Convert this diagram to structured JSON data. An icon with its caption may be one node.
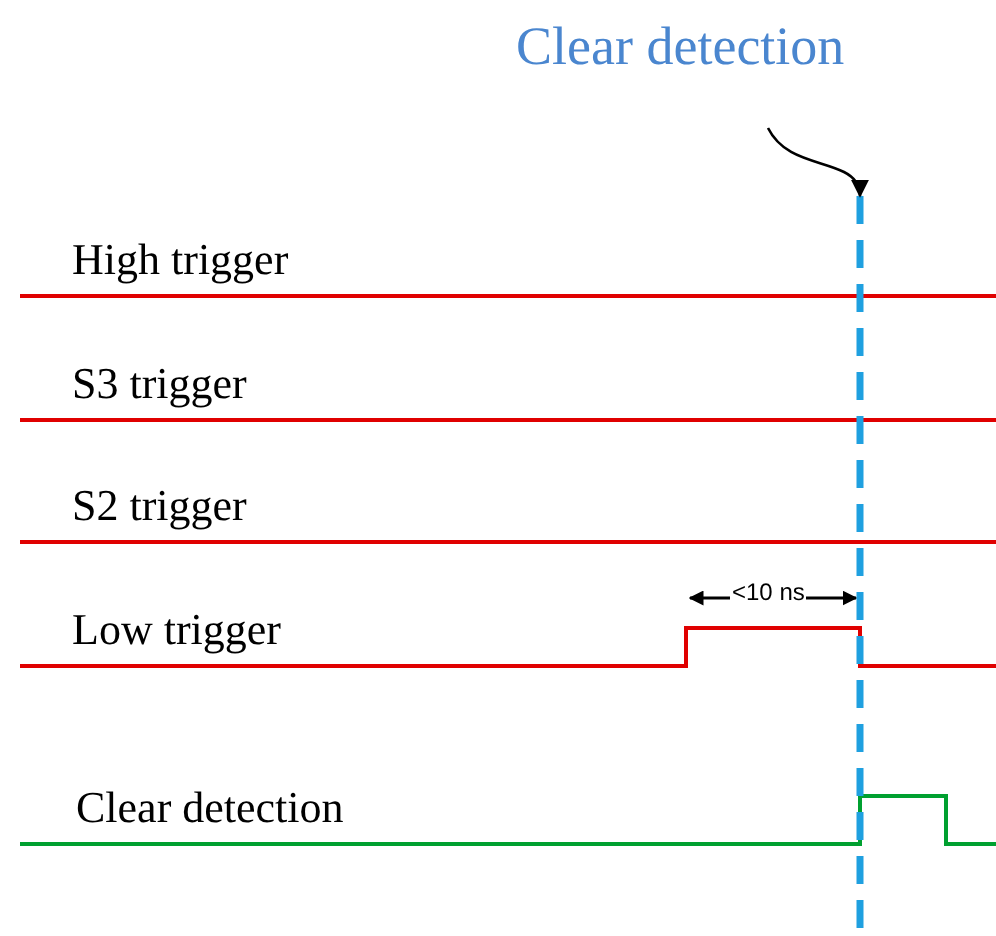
{
  "diagram": {
    "nodes": [
      {
        "text": [
          "Clear detection"
        ]
      },
      {
        "text": [],
        "shape": "line"
      }
    ],
    "edges": [
      {
        "from": 0,
        "to": 1,
        "arrow": "to"
      }
    ],
    "labels": [
      "High trigger",
      "S3 trigger",
      "S2 trigger",
      "<10 ns",
      "Low trigger",
      "Clear detection"
    ]
  }
}
